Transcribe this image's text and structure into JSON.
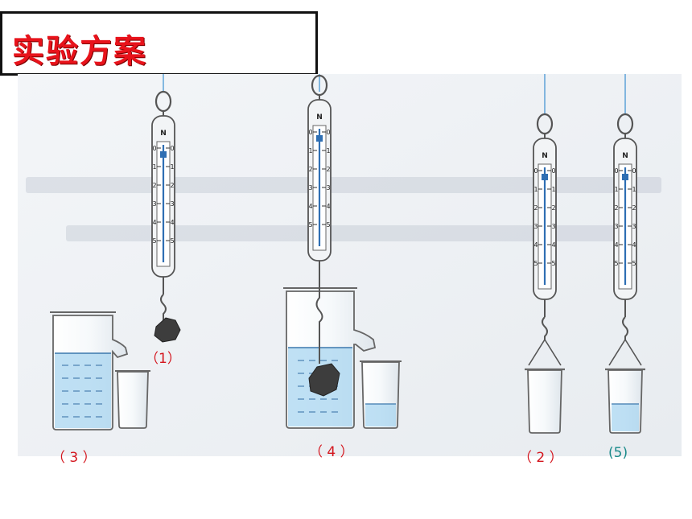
{
  "title": "实验方案",
  "colors": {
    "title_red": "#e8131b",
    "label_red": "#d4161e",
    "label_teal": "#1a8a8a",
    "photo_bg": "#eef1f4",
    "water": "#a9d6f0",
    "scale_blue": "#2f6fb3"
  },
  "scale_marks": [
    "N",
    "0",
    "1",
    "2",
    "3",
    "4",
    "5"
  ],
  "labels": {
    "step1": "（1）",
    "step2": "（ 2 ）",
    "step3": "（ 3 ）",
    "step4": "（ 4 ）",
    "step5": "(5)"
  }
}
